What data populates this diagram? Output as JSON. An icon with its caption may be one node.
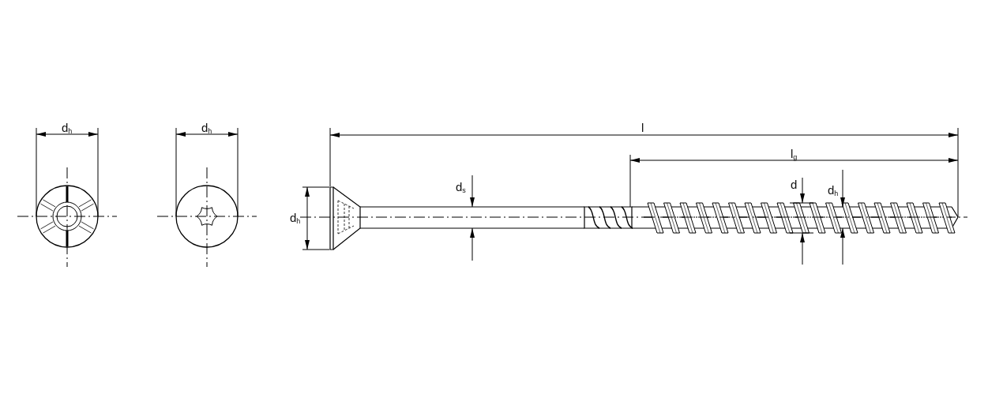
{
  "diagram": {
    "labels": [
      "d$_{h}$",
      "d$_{h}$",
      "l",
      "l$_{g}$",
      "d$_{s}$",
      "d$_{h}$",
      "d",
      "d$_{h}$"
    ]
  }
}
